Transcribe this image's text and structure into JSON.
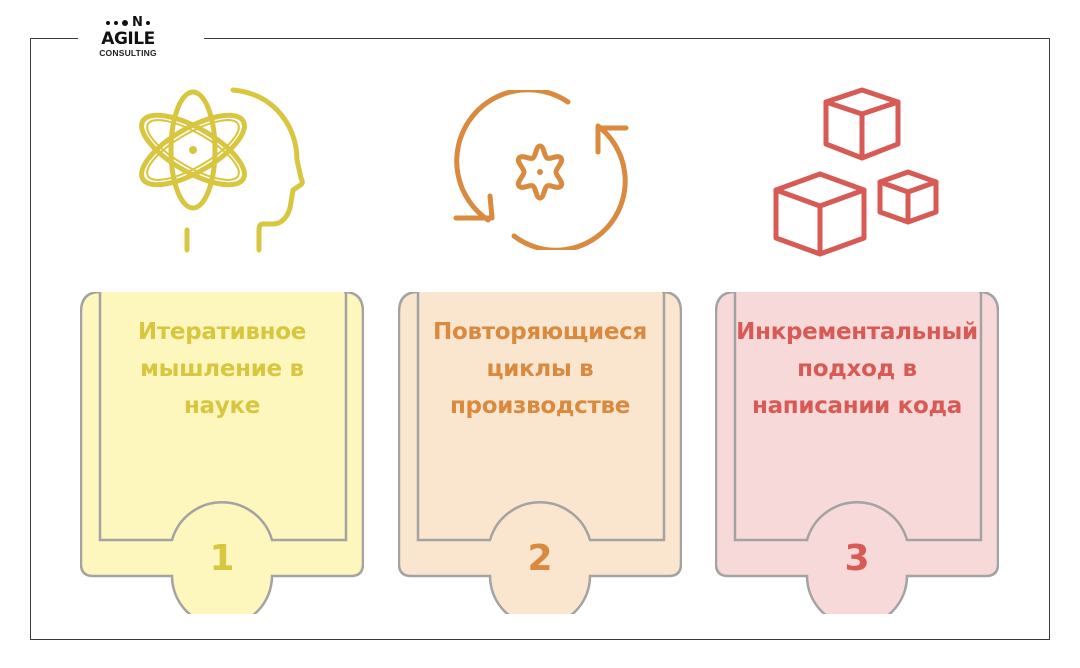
{
  "logo": {
    "top_mark": "N",
    "main": "AGILE",
    "sub": "CONSULTING"
  },
  "colors": {
    "frame": "#3a3a3a",
    "card_border": "#a3a3a3",
    "yellow_fill": "#fdf6bd",
    "yellow_accent": "#d9c640",
    "orange_fill": "#fae6cf",
    "orange_accent": "#d98a3e",
    "red_fill": "#f8d9d9",
    "red_accent": "#d85a55"
  },
  "cards": [
    {
      "icon": "atom-head-icon",
      "title_lines": [
        "Итеративное",
        "мышление в",
        "науке"
      ],
      "title": "Итеративное мышление в науке",
      "number": "1"
    },
    {
      "icon": "gear-cycle-icon",
      "title_lines": [
        "Повторяющиеся",
        "циклы в",
        "производстве"
      ],
      "title": "Повторяющиеся циклы в производстве",
      "number": "2"
    },
    {
      "icon": "cubes-icon",
      "title_lines": [
        "Инкрементальный",
        "подход в",
        "написании кода"
      ],
      "title": "Инкрементальный подход в написании кода",
      "number": "3"
    }
  ]
}
